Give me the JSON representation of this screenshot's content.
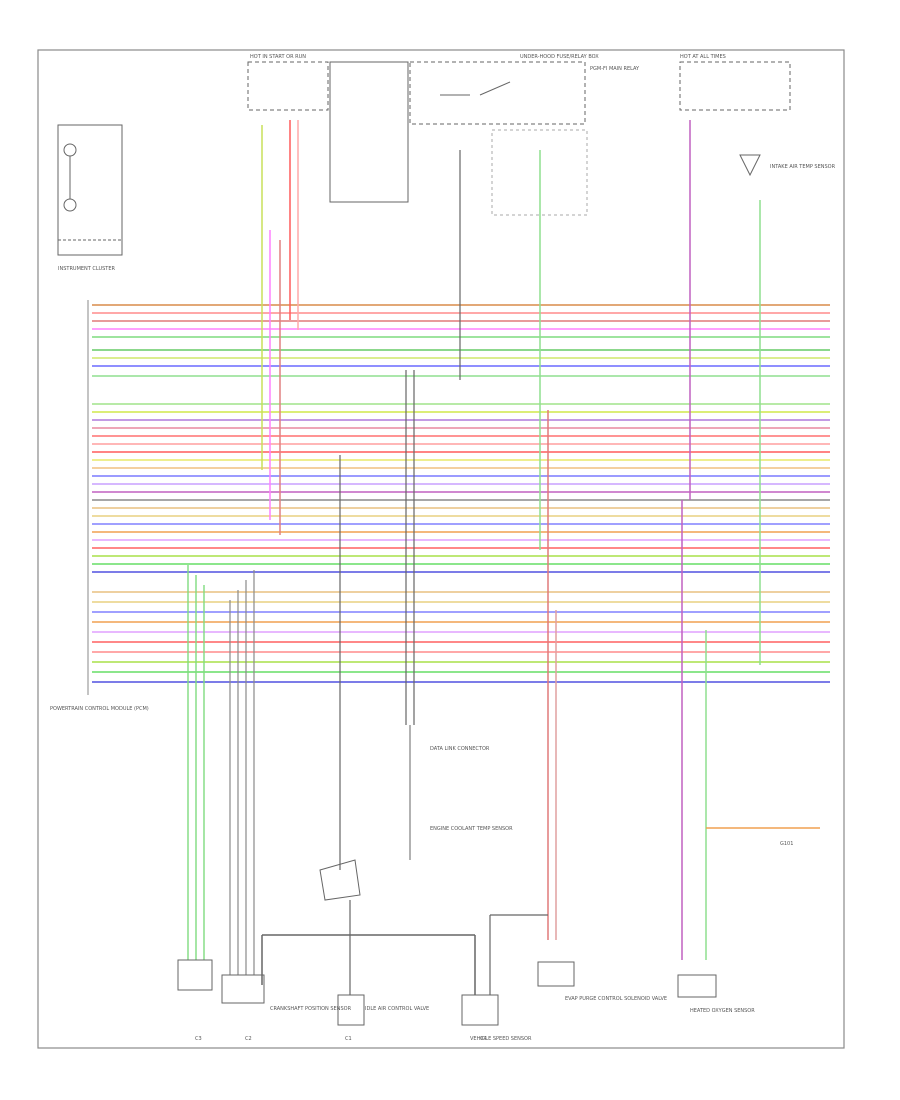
{
  "page": {
    "title": "",
    "footer_id": "",
    "connector_numbers": [
      "C3",
      "C2",
      "C1",
      "C4"
    ]
  },
  "labels": {
    "instrument_cluster": "INSTRUMENT CLUSTER",
    "powertrain_module": "POWERTRAIN CONTROL MODULE (PCM)",
    "hot_in_start_or_run": "HOT IN START OR RUN",
    "hot_at_all_times": "HOT AT ALL TIMES",
    "fuse_box": "UNDER-HOOD FUSE/RELAY BOX",
    "main_relay": "PGM-FI MAIN RELAY",
    "engine_coolant_temp_sensor": "ENGINE COOLANT TEMP SENSOR",
    "intake_air_temp_sensor": "INTAKE AIR TEMP SENSOR",
    "vehicle_speed_sensor": "VEHICLE SPEED SENSOR",
    "heated_oxygen_sensor": "HEATED OXYGEN SENSOR",
    "idle_air_control_valve": "IDLE AIR CONTROL VALVE",
    "evap_purge": "EVAP PURGE CONTROL SOLENOID VALVE",
    "crank_sensor": "CRANKSHAFT POSITION SENSOR",
    "data_link": "DATA LINK CONNECTOR",
    "ground": "G101"
  },
  "colors": {
    "background": "#ffffff",
    "frame": "#8a8a8a",
    "component": "#555555"
  },
  "wires": [
    {
      "color": "#d98c4a"
    },
    {
      "color": "#ff8c8c"
    },
    {
      "color": "#e07a7a"
    },
    {
      "color": "#ff80ff"
    },
    {
      "color": "#7fdc7f"
    },
    {
      "color": "#66cc66"
    },
    {
      "color": "#cfe86a"
    },
    {
      "color": "#6a6aff"
    },
    {
      "color": "#8fdf8f"
    },
    {
      "color": "#a0e38a"
    },
    {
      "color": "#d0e84a"
    },
    {
      "color": "#b07adc"
    },
    {
      "color": "#e88aa0"
    },
    {
      "color": "#ff7070"
    },
    {
      "color": "#ff9f9f"
    },
    {
      "color": "#ff5c5c"
    },
    {
      "color": "#e8e86a"
    },
    {
      "color": "#f0c080"
    },
    {
      "color": "#7a7aff"
    },
    {
      "color": "#c8a0ff"
    },
    {
      "color": "#c060c0"
    },
    {
      "color": "#8a8a8a"
    },
    {
      "color": "#e8c080"
    },
    {
      "color": "#e8d080"
    },
    {
      "color": "#8080ff"
    },
    {
      "color": "#f0a050"
    },
    {
      "color": "#e0a0ff"
    },
    {
      "color": "#ff6060"
    },
    {
      "color": "#a8e048"
    },
    {
      "color": "#66dd66"
    },
    {
      "color": "#5050e0"
    }
  ]
}
